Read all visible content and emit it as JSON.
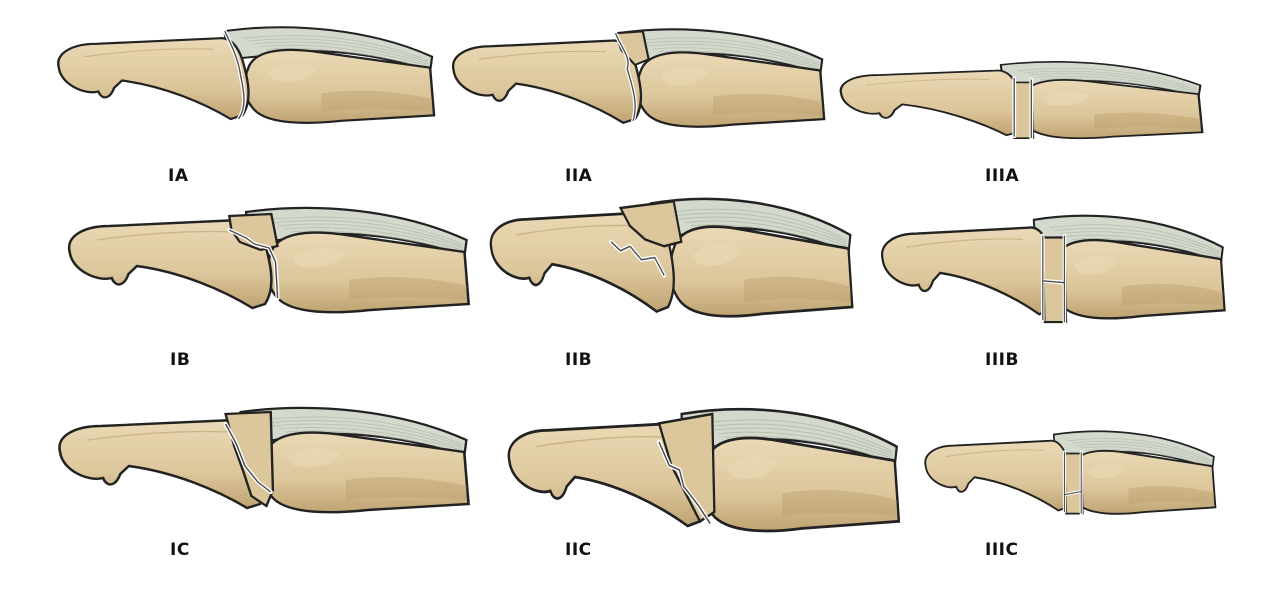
{
  "figure": {
    "panels": [
      {
        "label": "IA",
        "type": "I",
        "variant": "A"
      },
      {
        "label": "IIA",
        "type": "II",
        "variant": "A"
      },
      {
        "label": "IIIA",
        "type": "III",
        "variant": "A"
      },
      {
        "label": "IB",
        "type": "I",
        "variant": "B"
      },
      {
        "label": "IIB",
        "type": "II",
        "variant": "B"
      },
      {
        "label": "IIIB",
        "type": "III",
        "variant": "B"
      },
      {
        "label": "IC",
        "type": "I",
        "variant": "C"
      },
      {
        "label": "IIC",
        "type": "II",
        "variant": "C"
      },
      {
        "label": "IIIC",
        "type": "III",
        "variant": "C"
      }
    ],
    "colors": {
      "bone": "#dcc69b",
      "bone_shade": "#bfa472",
      "bone_highlight": "#ead9b5",
      "tendon": "#d3d9cc",
      "tendon_streak": "#a9b2a2",
      "outline": "#222222"
    }
  }
}
